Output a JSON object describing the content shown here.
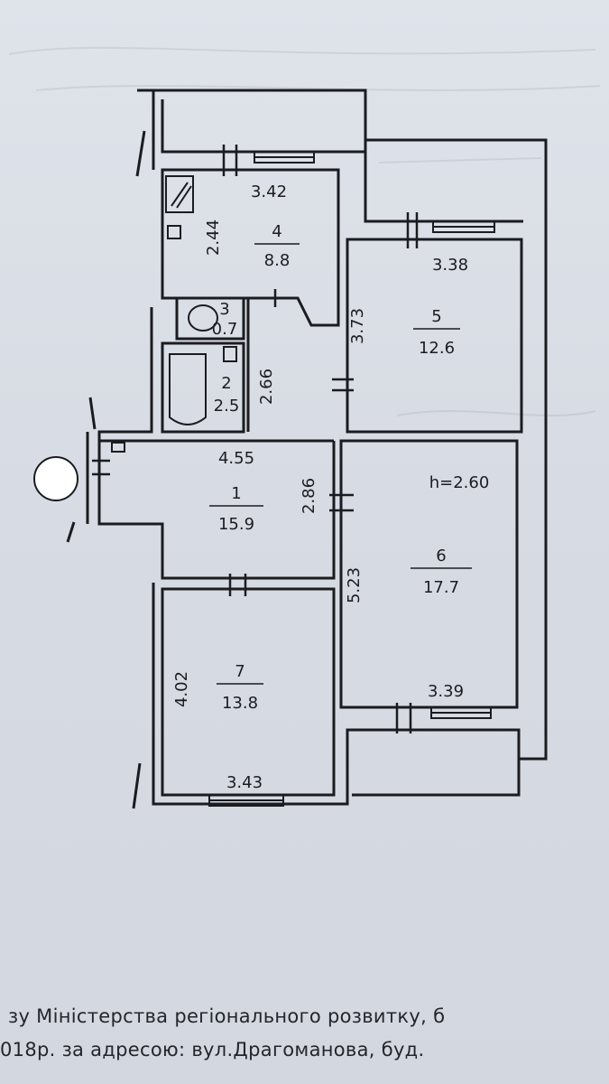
{
  "plan": {
    "ceiling_height": "h=2.60",
    "rooms": [
      {
        "id": "room-1",
        "number": "1",
        "area": "15.9"
      },
      {
        "id": "room-2",
        "number": "2",
        "area": "2.5"
      },
      {
        "id": "room-3",
        "number": "3",
        "area": "0.7"
      },
      {
        "id": "room-4",
        "number": "4",
        "area": "8.8"
      },
      {
        "id": "room-5",
        "number": "5",
        "area": "12.6"
      },
      {
        "id": "room-6",
        "number": "6",
        "area": "17.7"
      },
      {
        "id": "room-7",
        "number": "7",
        "area": "13.8"
      }
    ],
    "dimensions": {
      "room4_width": "3.42",
      "room4_height": "2.44",
      "room5_width": "3.38",
      "room5_height": "3.73",
      "room2_height": "2.66",
      "room1_width": "4.55",
      "room1_height": "2.86",
      "room6_height": "5.23",
      "room6_width": "3.39",
      "room7_height": "4.02",
      "room7_width": "3.43"
    }
  },
  "footer": {
    "line1": "зу Міністерства регіонального розвитку, б",
    "line2": "018р.  за адресою: вул.Драгоманова, буд."
  }
}
